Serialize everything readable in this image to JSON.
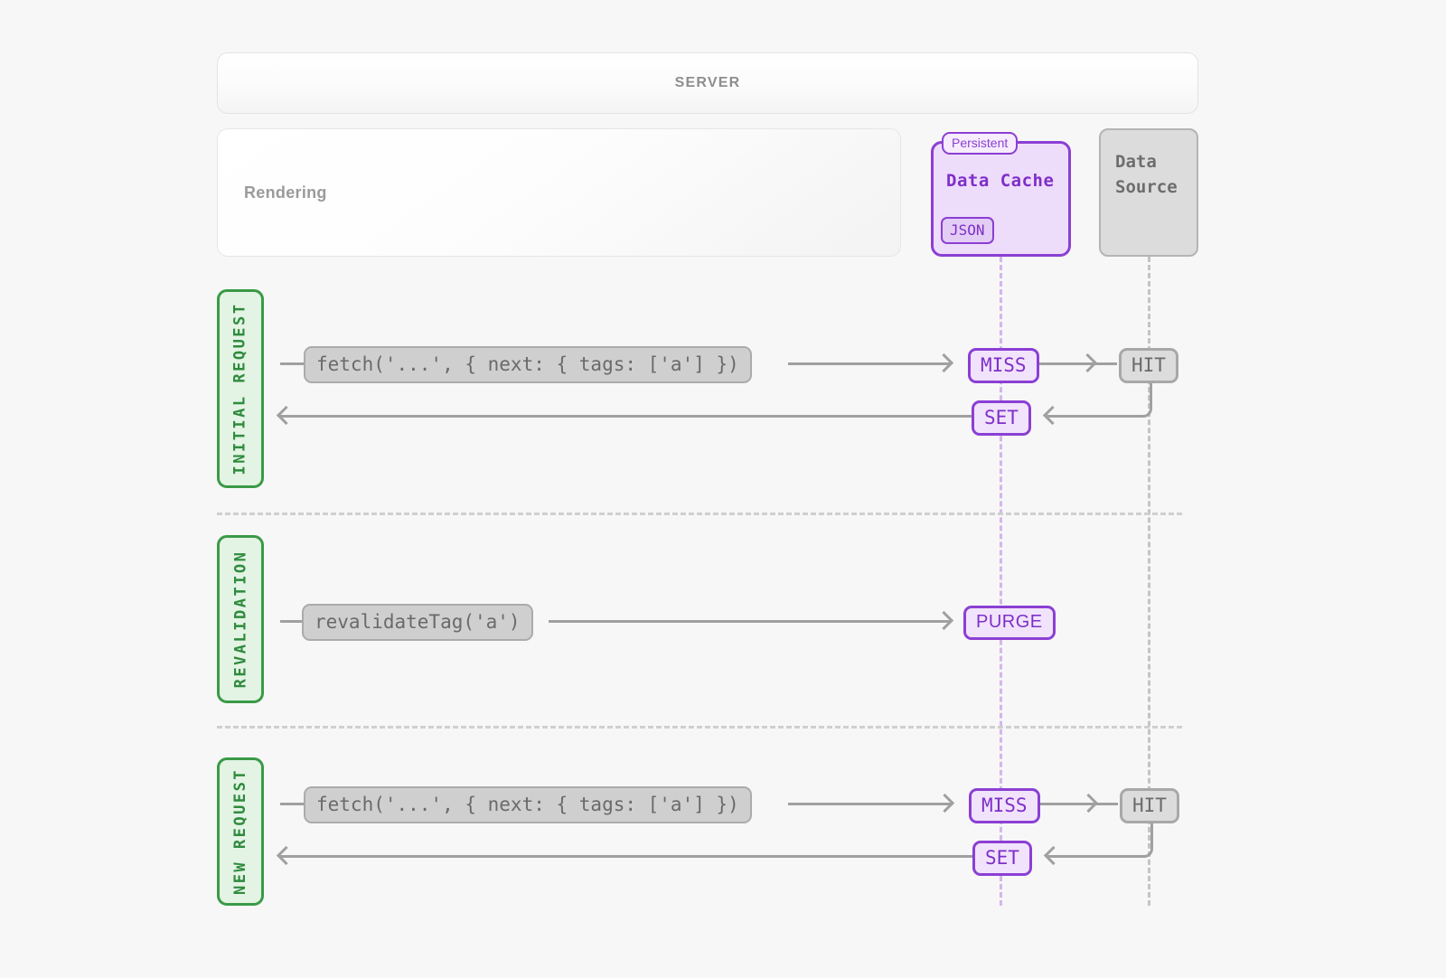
{
  "header": {
    "title": "SERVER"
  },
  "lanes": {
    "rendering": {
      "label": "Rendering"
    },
    "data_cache": {
      "tab_label": "Persistent",
      "title": "Data Cache",
      "format_badge": "JSON"
    },
    "data_source": {
      "title_line1": "Data",
      "title_line2": "Source"
    }
  },
  "colors": {
    "purple": "#8b3fd4",
    "purple_text": "#7e2fc9",
    "purple_fill": "#eedcfb",
    "green": "#3a9a47",
    "green_fill": "#e3f3e4",
    "gray_line": "#a0a0a0",
    "gray_fill": "#dcdcdc",
    "page_bg": "#f7f7f7"
  },
  "sections": [
    {
      "tag": "INITIAL REQUEST",
      "request_code": "fetch('...', { next: { tags: ['a'] })",
      "cache_badge": "MISS",
      "source_badge": "HIT",
      "response_badge": "SET"
    },
    {
      "tag": "REVALIDATION",
      "request_code": "revalidateTag('a')",
      "cache_badge": "PURGE",
      "source_badge": "",
      "response_badge": ""
    },
    {
      "tag": "NEW REQUEST",
      "request_code": "fetch('...', { next: { tags: ['a'] })",
      "cache_badge": "MISS",
      "source_badge": "HIT",
      "response_badge": "SET"
    }
  ]
}
